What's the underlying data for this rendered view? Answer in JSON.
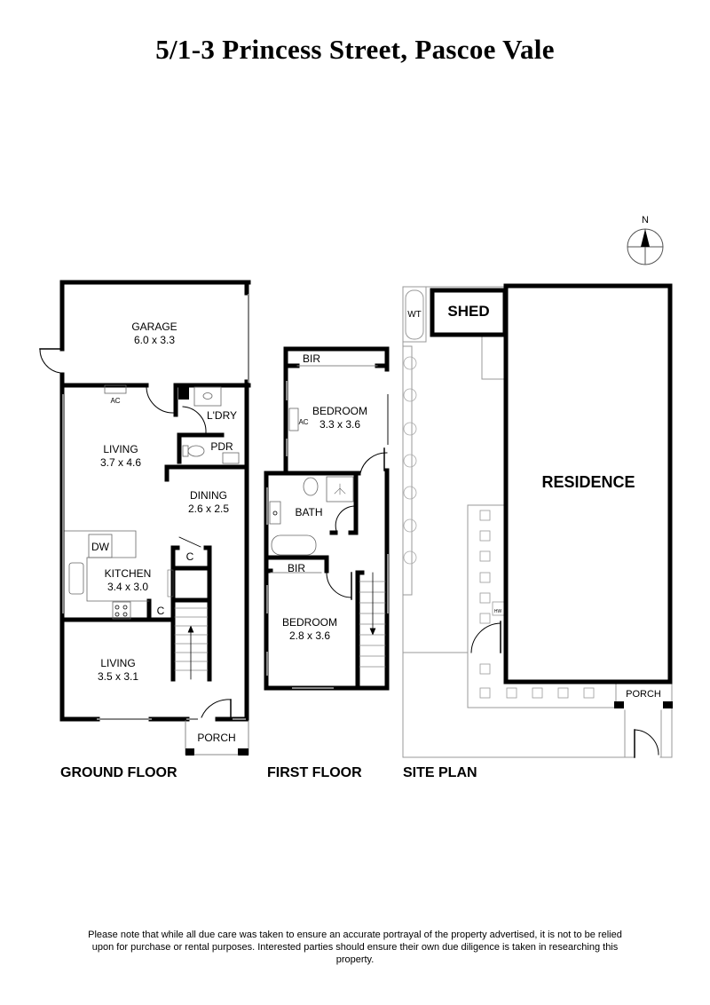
{
  "header": {
    "title": "5/1-3 Princess Street, Pascoe Vale"
  },
  "compass": {
    "label": "N",
    "icon": "north-arrow-icon"
  },
  "ground_floor": {
    "label": "GROUND FLOOR",
    "rooms": [
      {
        "name": "GARAGE",
        "dims": "6.0 x 3.3"
      },
      {
        "name": "LIVING",
        "dims": "3.7 x 4.6"
      },
      {
        "name": "DINING",
        "dims": "2.6 x 2.5"
      },
      {
        "name": "KITCHEN",
        "dims": "3.4 x 3.0"
      },
      {
        "name": "LIVING",
        "dims": "3.5 x 3.1"
      },
      {
        "name": "L'DRY",
        "dims": ""
      },
      {
        "name": "PDR",
        "dims": ""
      },
      {
        "name": "PORCH",
        "dims": ""
      }
    ],
    "fixtures": {
      "ac": "AC",
      "dw": "DW",
      "cupboard1": "C",
      "cupboard2": "C"
    }
  },
  "first_floor": {
    "label": "FIRST FLOOR",
    "rooms": [
      {
        "name": "BEDROOM",
        "dims": "3.3 x 3.6"
      },
      {
        "name": "BATH",
        "dims": ""
      },
      {
        "name": "BEDROOM",
        "dims": "2.8 x 3.6"
      }
    ],
    "fixtures": {
      "bir1": "BIR",
      "bir2": "BIR",
      "ac": "AC"
    }
  },
  "site_plan": {
    "label": "SITE PLAN",
    "shed": "SHED",
    "wt": "WT",
    "residence": "RESIDENCE",
    "porch": "PORCH",
    "hw": "HW"
  },
  "footer": {
    "disclaimer": "Please note that while all due care was taken to ensure an accurate portrayal of the property advertised, it is not to be relied upon for purchase or rental purposes. Interested parties should ensure their own due diligence is taken in researching this property."
  }
}
